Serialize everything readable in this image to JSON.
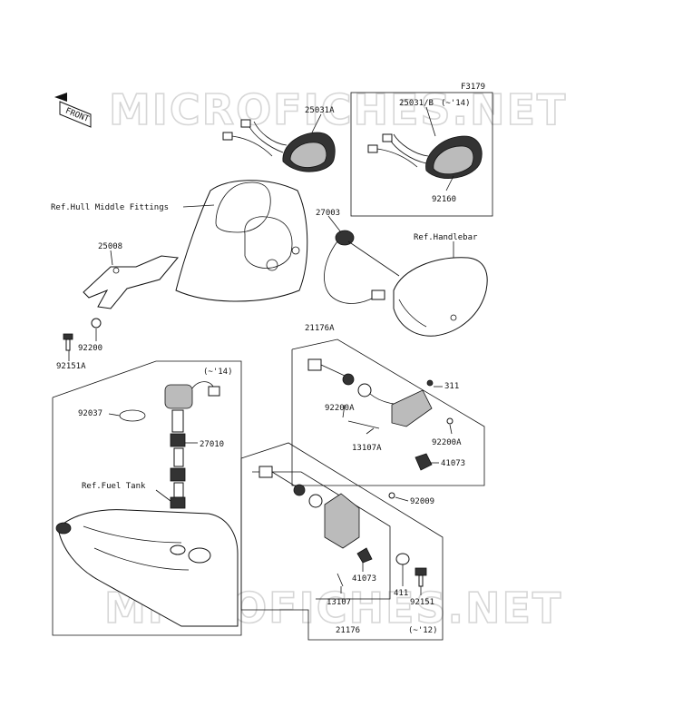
{
  "diagram_code": "F3179",
  "front_arrow": "FRONT",
  "watermark": "MICROFICHES.NET",
  "labels": {
    "p25031A": "25031A",
    "p25031B": "25031/B",
    "range14_top": "(~'14)",
    "p92160": "92160",
    "ref_hull": "Ref.Hull Middle Fittings",
    "p27003": "27003",
    "ref_handlebar": "Ref.Handlebar",
    "p25008": "25008",
    "p92200": "92200",
    "p92151A": "92151A",
    "p21176A": "21176A",
    "range14_mid": "(~'14)",
    "p311": "311",
    "p92037": "92037",
    "p92200A_1": "92200A",
    "p27010": "27010",
    "p13107A": "13107A",
    "p92200A_2": "92200A",
    "p41073_1": "41073",
    "ref_fuel": "Ref.Fuel Tank",
    "p92009": "92009",
    "p41073_2": "41073",
    "p13107": "13107",
    "p411": "411",
    "p92151": "92151",
    "p21176": "21176",
    "range12": "(~'12)"
  }
}
